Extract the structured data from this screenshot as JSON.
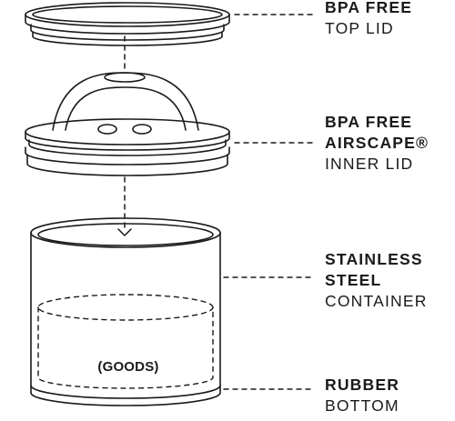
{
  "labels": {
    "top_lid": {
      "line1": "BPA FREE",
      "line2": "TOP LID"
    },
    "inner_lid": {
      "line1": "BPA FREE",
      "line2": "AIRSCAPE®",
      "line3": "INNER LID"
    },
    "container": {
      "line1": "STAINLESS",
      "line2": "STEEL",
      "line3": "CONTAINER"
    },
    "bottom": {
      "line1": "RUBBER",
      "line2": "BOTTOM"
    }
  },
  "goods_label": "(GOODS)",
  "colors": {
    "stroke": "#1a1a1a",
    "background": "#ffffff"
  }
}
